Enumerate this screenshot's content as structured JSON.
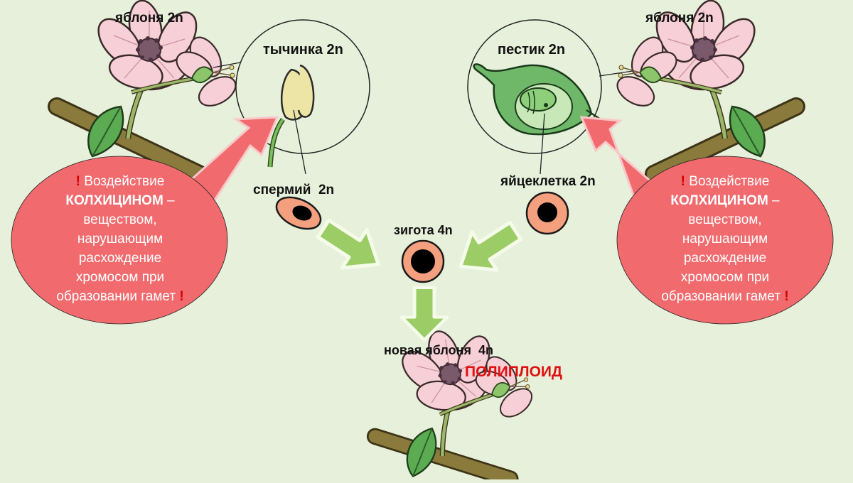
{
  "labels": {
    "apple_left": "яблоня 2n",
    "apple_right": "яблоня 2n",
    "stamen": "тычинка 2n",
    "pistil": "пестик 2n",
    "sperm": "спермий  2n",
    "egg": "яйцеклетка 2n",
    "zygote": "зигота 4n",
    "new_apple": "новая яблоня  4n",
    "polyploid": "ПОЛИПЛОИД"
  },
  "callout": {
    "mark": "!",
    "line1": "Воздействие",
    "keyword": "КОЛХИЦИНОМ",
    "dash": " –",
    "line3": "веществом,",
    "line4": "нарушающим",
    "line5": "расхождение",
    "line6": "хромосом при",
    "line7": "образовании гамет"
  },
  "colors": {
    "background": "#e7f0db",
    "callout": "#f06a6e",
    "arrow_green": "#9ccc65",
    "cell": "#f4a07f",
    "petal": "#f7cfd6",
    "leaf": "#5aab52",
    "branch": "#8a7a3c",
    "polyploid": "#e01010"
  },
  "icons": {
    "flower": "apple-blossom-icon",
    "stamen": "stamen-icon",
    "pistil": "pistil-icon",
    "cell": "cell-icon"
  }
}
